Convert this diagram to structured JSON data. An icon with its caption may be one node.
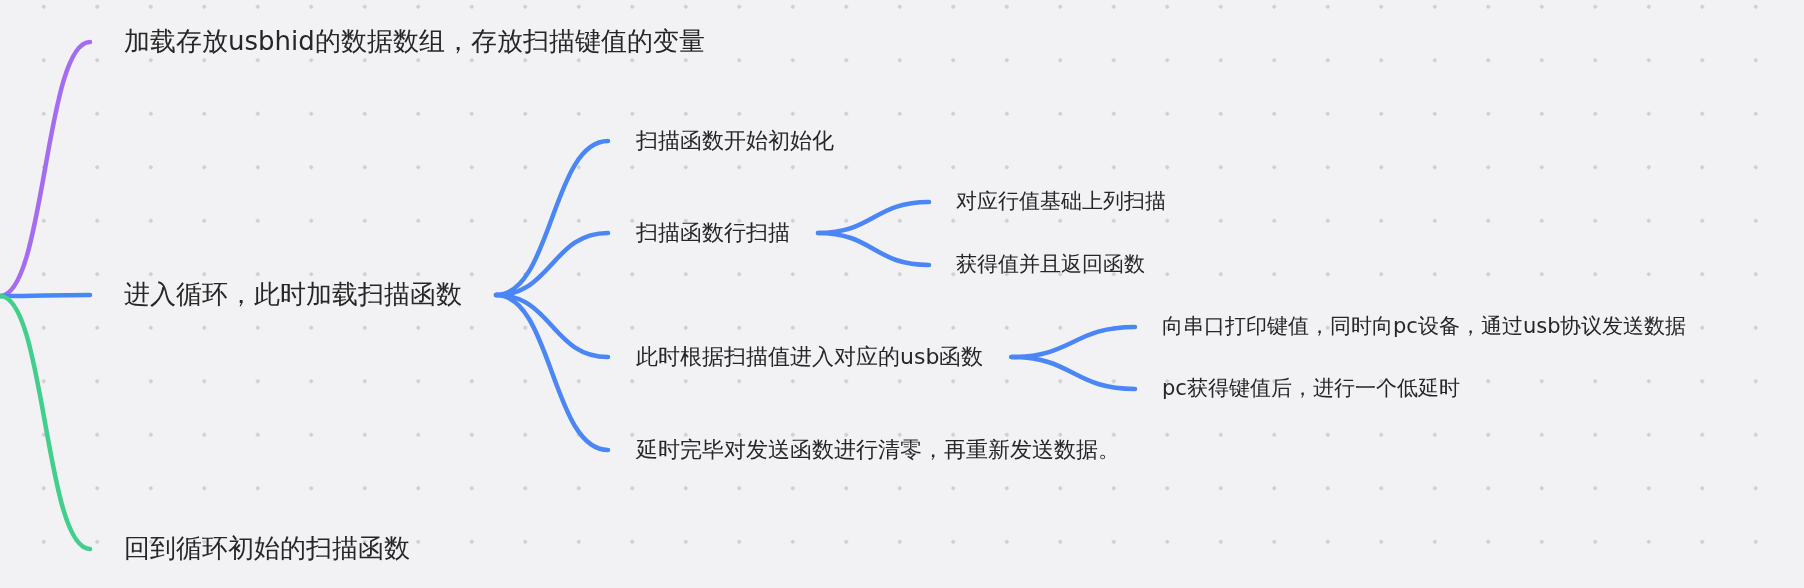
{
  "diagram": {
    "nodes": [
      {
        "text": [
          "加载存放usbhid的数据数组，存放扫描键值的变量"
        ]
      },
      {
        "text": [
          "进入循环，此时加载扫描函数"
        ]
      },
      {
        "text": [
          "回到循环初始的扫描函数"
        ]
      },
      {
        "text": [
          "扫描函数开始初始化"
        ]
      },
      {
        "text": [
          "扫描函数行扫描"
        ]
      },
      {
        "text": [
          "对应行值基础上列扫描"
        ]
      },
      {
        "text": [
          "获得值并且返回函数"
        ]
      },
      {
        "text": [
          "此时根据扫描值进入对应的usb函数"
        ]
      },
      {
        "text": [
          "向串口打印键值，同时向pc设备，通过usb协议发送数据"
        ]
      },
      {
        "text": [
          "pc获得键值后，进行一个低延时"
        ]
      },
      {
        "text": [
          "延时完毕对发送函数进行清零，再重新发送数据。"
        ]
      }
    ],
    "edges": [
      {
        "from": null,
        "to": 0,
        "arrow": "none",
        "color": "#a46cf2"
      },
      {
        "from": null,
        "to": 1,
        "arrow": "none"
      },
      {
        "from": null,
        "to": 2,
        "arrow": "none",
        "color": "#42cf8c"
      },
      {
        "from": 1,
        "to": 3,
        "arrow": "none"
      },
      {
        "from": 1,
        "to": 4,
        "arrow": "none"
      },
      {
        "from": 4,
        "to": 5,
        "arrow": "none"
      },
      {
        "from": 4,
        "to": 6,
        "arrow": "none"
      },
      {
        "from": 1,
        "to": 7,
        "arrow": "none"
      },
      {
        "from": 7,
        "to": 8,
        "arrow": "none"
      },
      {
        "from": 7,
        "to": 9,
        "arrow": "none"
      },
      {
        "from": 1,
        "to": 10,
        "arrow": "none"
      }
    ]
  }
}
